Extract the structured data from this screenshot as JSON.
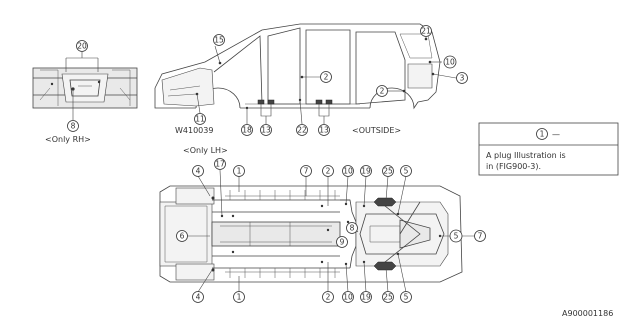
{
  "labels": {
    "only_rh": "<Only RH>",
    "only_lh": "<Only LH>",
    "outside": "<OUTSIDE>",
    "part_code": "W410039",
    "diagram_id": "A900001186"
  },
  "legend": {
    "symbol_number": "1",
    "symbol_dash": "—",
    "line1": "A plug Illustration is",
    "line2": "in (FIG900-3)."
  },
  "callouts": {
    "c20": "20",
    "c8_rh": "8",
    "c15": "15",
    "c11": "11",
    "c2_door": "2",
    "c2_rear": "2",
    "c21": "21",
    "c10_side": "10",
    "c3": "3",
    "c18": "18",
    "c13_a": "13",
    "c22": "22",
    "c13_b": "13",
    "c4_top": "4",
    "c1_top": "1",
    "c17": "17",
    "c7_top": "7",
    "c2_top": "2",
    "c10_top": "10",
    "c19_top": "19",
    "c25_top": "25",
    "c5_top": "5",
    "c6": "6",
    "c8_floor": "8",
    "c9": "9",
    "c5_right": "5",
    "c7_right": "7",
    "c4_bot": "4",
    "c1_bot": "1",
    "c2_bot": "2",
    "c10_bot": "10",
    "c19_bot": "19",
    "c25_bot": "25",
    "c5_bot": "5"
  }
}
